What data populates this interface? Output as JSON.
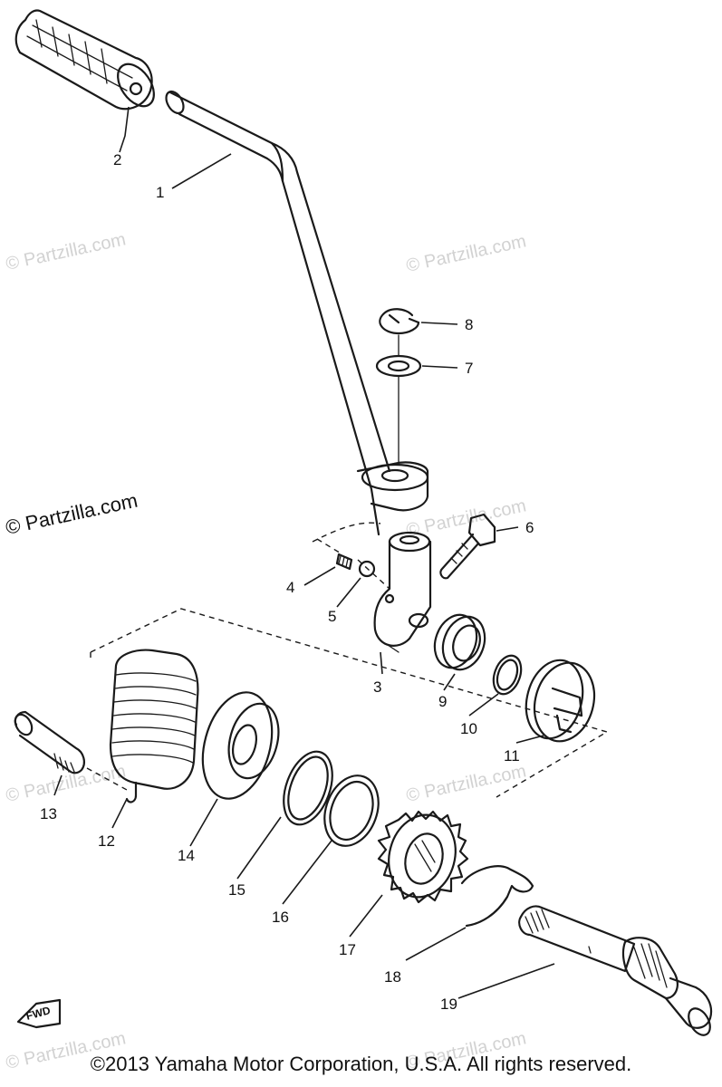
{
  "watermarks": {
    "light": "© Partzilla.com",
    "dark": "© Partzilla.com"
  },
  "callouts": {
    "c1": "1",
    "c2": "2",
    "c3": "3",
    "c4": "4",
    "c5": "5",
    "c6": "6",
    "c7": "7",
    "c8": "8",
    "c9": "9",
    "c10": "10",
    "c11": "11",
    "c12": "12",
    "c13": "13",
    "c14": "14",
    "c15": "15",
    "c16": "16",
    "c17": "17",
    "c18": "18",
    "c19": "19"
  },
  "fwd_label": "FWD",
  "copyright": "©2013  Yamaha Motor Corporation, U.S.A. All rights reserved."
}
